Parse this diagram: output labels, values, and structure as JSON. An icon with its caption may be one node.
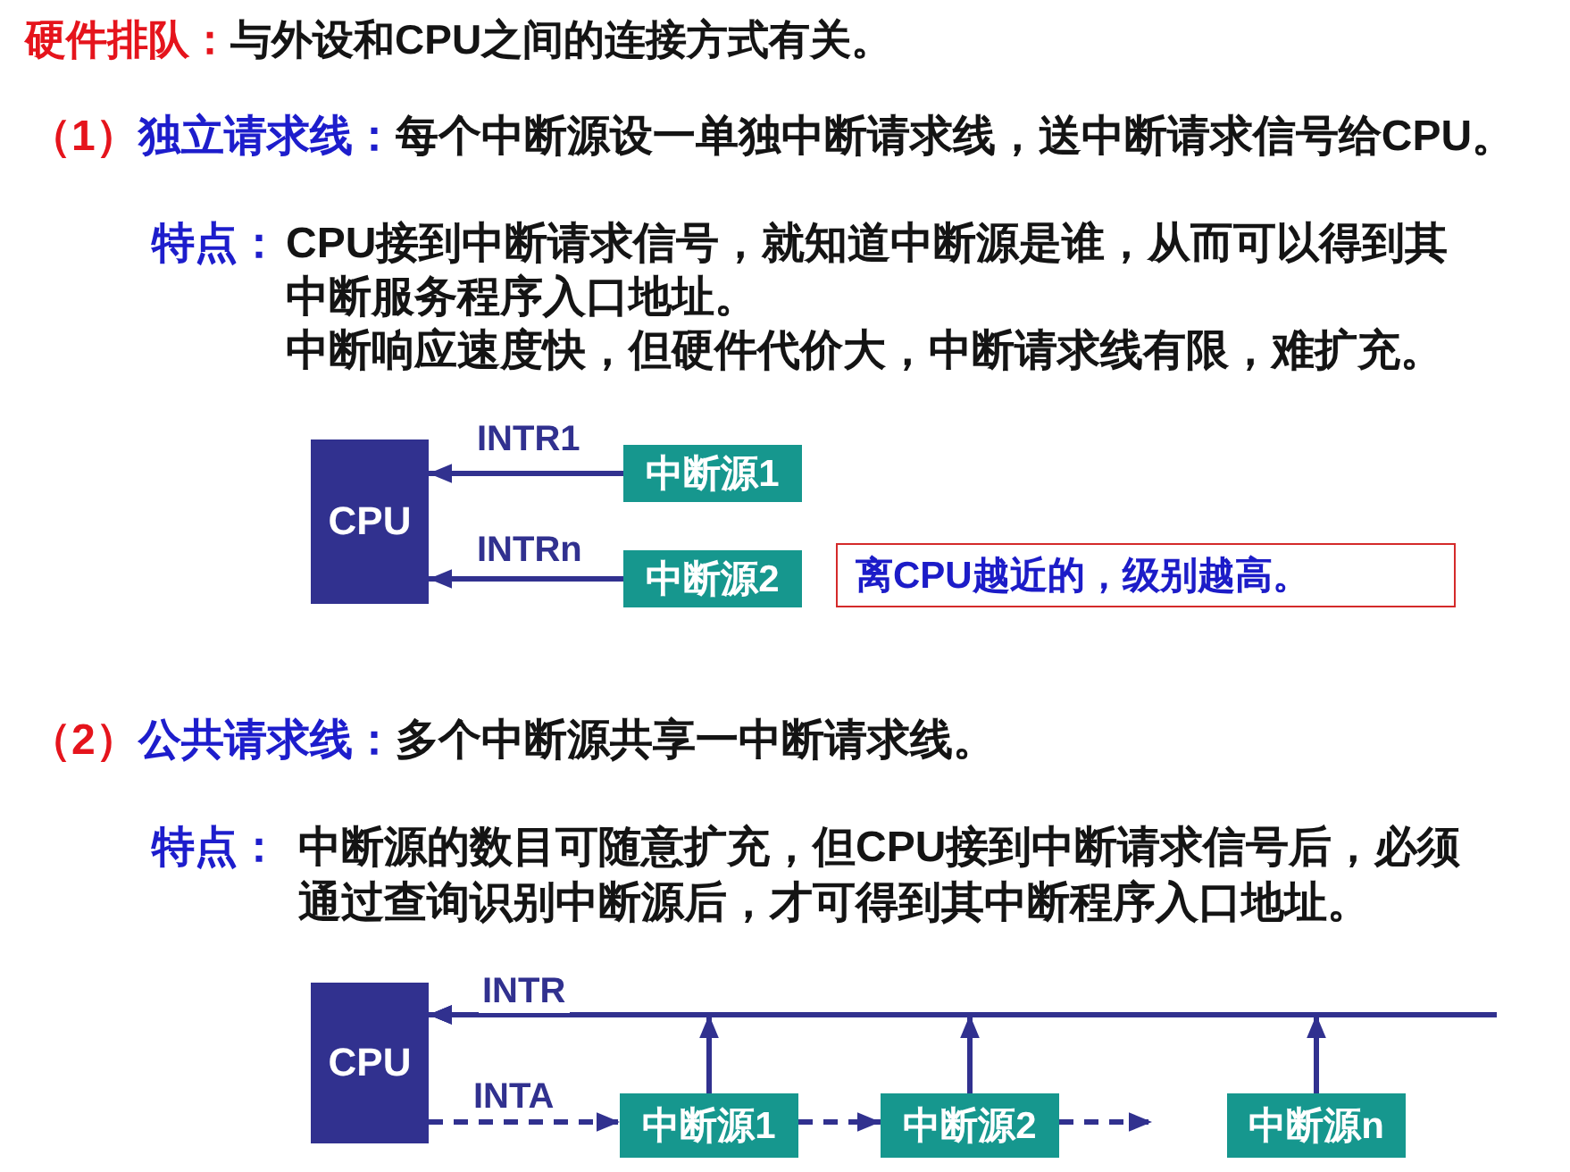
{
  "diagram": {
    "nodes": [
      {
        "text": [
          "CPU"
        ]
      },
      {
        "text": [
          "中断源1"
        ]
      },
      {
        "text": [
          "中断源2"
        ]
      },
      {
        "text": [
          "离CPU越近的，级别越高。"
        ]
      },
      {
        "text": [
          "CPU"
        ]
      },
      {
        "text": [
          "中断源1"
        ]
      },
      {
        "text": [
          "中断源2"
        ]
      },
      {
        "text": [
          "中断源n"
        ]
      }
    ],
    "edges": [
      {
        "from": 1,
        "to": 0,
        "arrow": "to",
        "label": "INTR1"
      },
      {
        "from": 2,
        "to": 0,
        "arrow": "to",
        "label": "INTRn"
      },
      {
        "from": null,
        "to": 4,
        "arrow": "to",
        "label": "INTR"
      },
      {
        "from": 5,
        "to": 4,
        "arrow": "to"
      },
      {
        "from": 6,
        "to": 4,
        "arrow": "to"
      },
      {
        "from": 7,
        "to": 4,
        "arrow": "to"
      },
      {
        "from": 4,
        "to": 5,
        "arrow": "to",
        "style": "dashed",
        "label": "INTA"
      },
      {
        "from": 5,
        "to": 6,
        "arrow": "to",
        "style": "dashed"
      },
      {
        "from": 6,
        "to": null,
        "arrow": "to",
        "style": "dashed"
      }
    ],
    "labels": [
      "硬件排队：",
      "与外设和CPU之间的连接方式有关。",
      "（1）",
      "独立请求线：",
      "每个中断源设一单独中断请求线，送中断请求信号给CPU。",
      "特点：",
      "CPU接到中断请求信号，就知道中断源是谁，从而可以得到其中断服务程序入口地址。",
      "中断响应速度快，但硬件代价大，中断请求线有限，难扩充。",
      "（2）",
      "公共请求线：",
      "多个中断源共享一中断请求线。",
      "特点：",
      "中断源的数目可随意扩充，但CPU接到中断请求信号后，必须通过查询识别中断源后，才可得到其中断程序入口地址。"
    ]
  }
}
